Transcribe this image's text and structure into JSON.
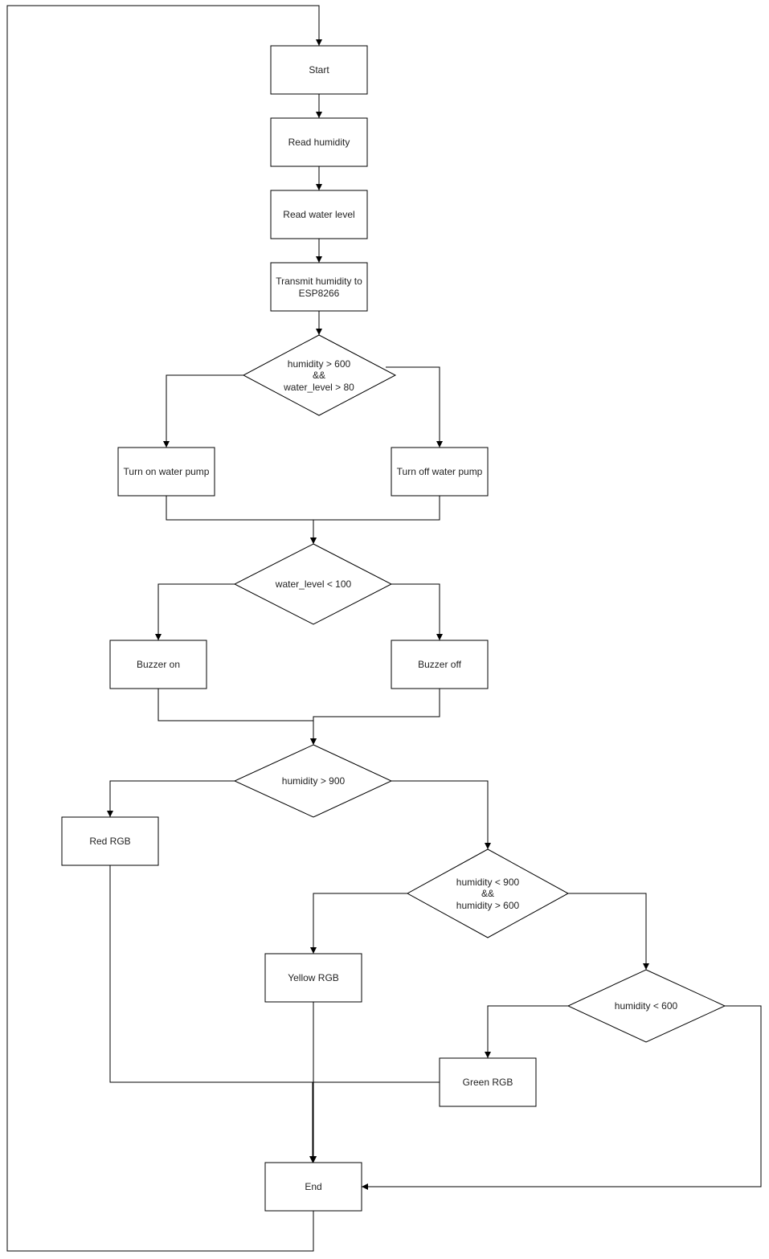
{
  "diagram": {
    "nodes": {
      "start": "Start",
      "read_humidity": "Read humidity",
      "read_water_level": "Read water level",
      "transmit": [
        "Transmit humidity to",
        "ESP8266"
      ],
      "cond_pump": [
        "humidity > 600",
        "&&",
        "water_level > 80"
      ],
      "pump_on": "Turn on water pump",
      "pump_off": "Turn off water pump",
      "cond_water": "water_level < 100",
      "buzzer_on": "Buzzer on",
      "buzzer_off": "Buzzer off",
      "cond_red": "humidity > 900",
      "red_rgb": "Red RGB",
      "cond_yellow": [
        "humidity < 900",
        "&&",
        "humidity > 600"
      ],
      "yellow_rgb": "Yellow RGB",
      "cond_green": "humidity < 600",
      "green_rgb": "Green RGB",
      "end": "End"
    }
  }
}
